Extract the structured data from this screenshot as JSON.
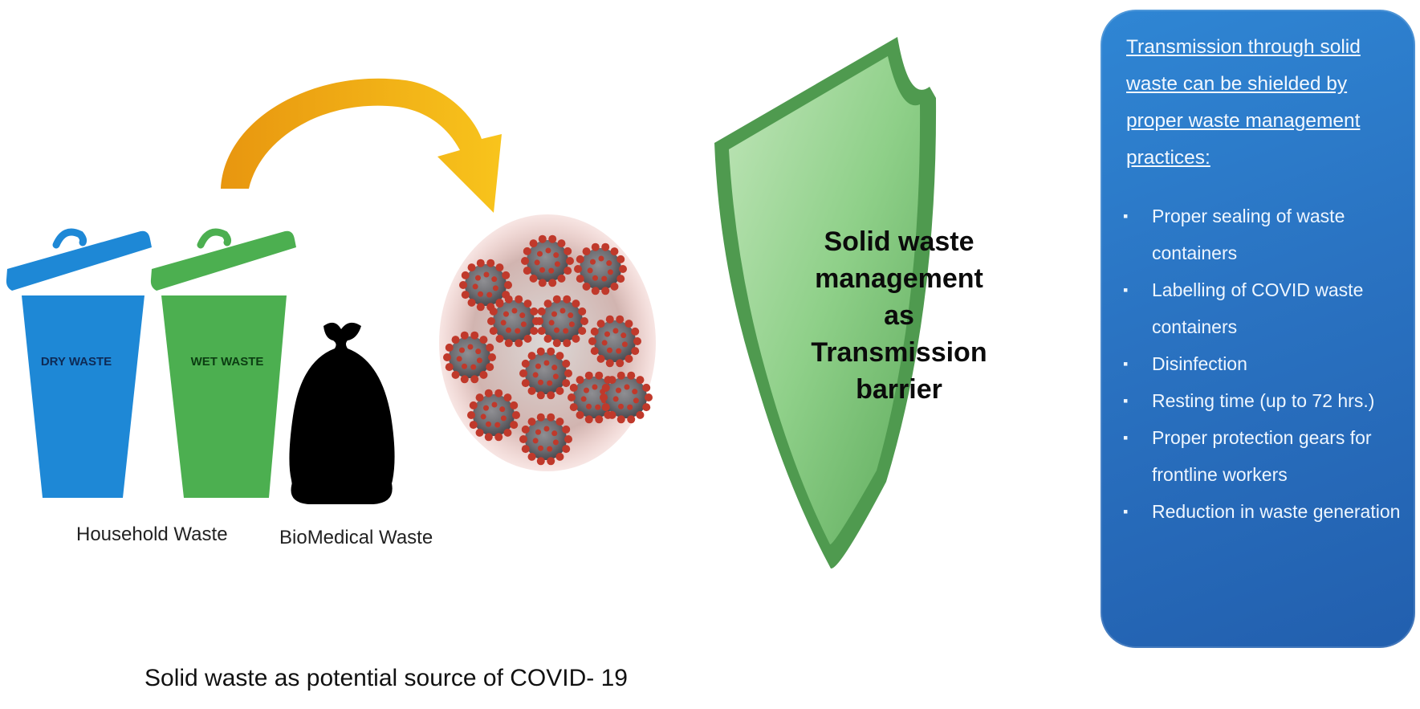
{
  "bins": {
    "dry_label": "DRY WASTE",
    "wet_label": "WET WASTE",
    "colors": {
      "dry": "#1e88d6",
      "wet": "#4caf50",
      "bag": "#000000"
    }
  },
  "captions": {
    "household": "Household Waste",
    "biomedical": "BioMedical Waste",
    "bottom": "Solid waste as potential source of COVID- 19"
  },
  "arrow": {
    "color": "#f2b01e",
    "icon": "curved-arrow-icon"
  },
  "virus": {
    "icon": "coronavirus-cluster-icon",
    "color": "#c0392b"
  },
  "shield": {
    "text": "Solid waste management as Transmission barrier",
    "color": "#6fbf73",
    "icon": "shield-icon"
  },
  "info_box": {
    "heading": "Transmission through solid waste can be shielded by proper waste management practices:",
    "items": [
      "Proper sealing of waste containers",
      "Labelling of COVID waste containers",
      "Disinfection",
      "Resting time (up to 72 hrs.)",
      "Proper protection gears for frontline workers",
      "Reduction in waste generation"
    ],
    "color": "#2a73c2"
  }
}
